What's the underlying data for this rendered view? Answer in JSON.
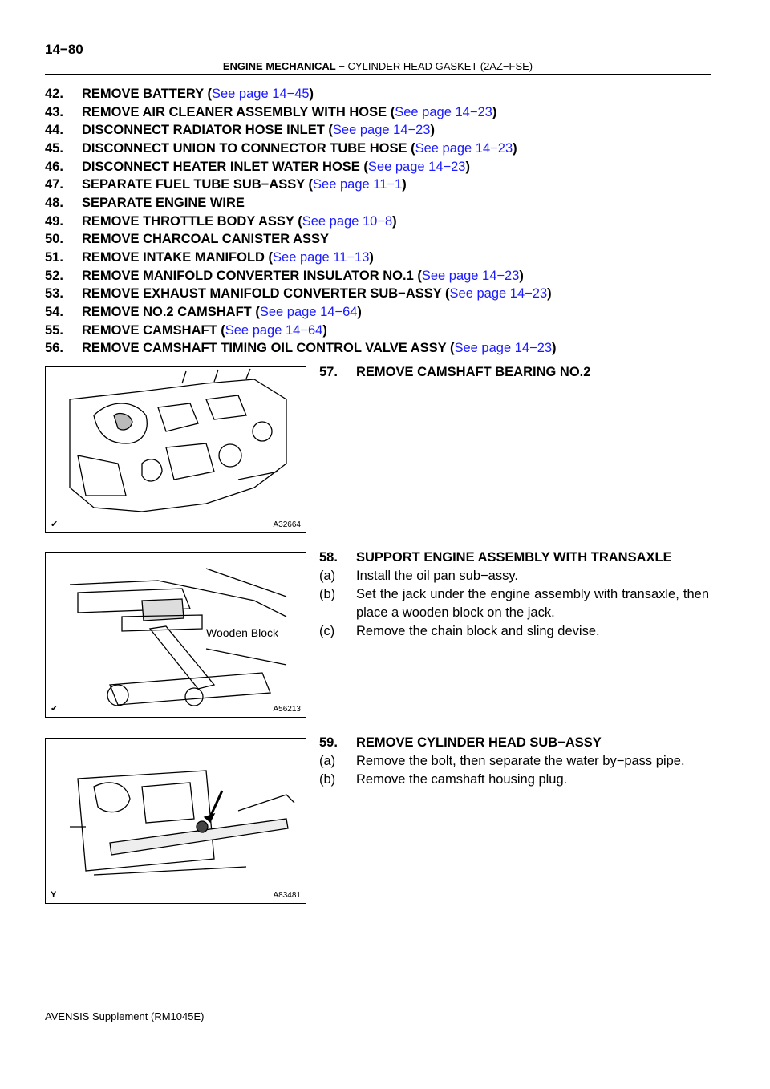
{
  "header": {
    "page_number": "14−80",
    "section": "ENGINE MECHANICAL",
    "separator": " − ",
    "subtitle": "CYLINDER HEAD GASKET (2AZ−FSE)"
  },
  "steps": [
    {
      "num": "42.",
      "text": "REMOVE BATTERY (",
      "link": "See page 14−45",
      "end": ")"
    },
    {
      "num": "43.",
      "text": "REMOVE AIR CLEANER ASSEMBLY WITH HOSE (",
      "link": "See page 14−23",
      "end": ")"
    },
    {
      "num": "44.",
      "text": "DISCONNECT RADIATOR HOSE INLET (",
      "link": "See page 14−23",
      "end": ")"
    },
    {
      "num": "45.",
      "text": "DISCONNECT UNION TO CONNECTOR TUBE HOSE (",
      "link": "See page 14−23",
      "end": ")"
    },
    {
      "num": "46.",
      "text": "DISCONNECT HEATER INLET WATER HOSE (",
      "link": "See page 14−23",
      "end": ")"
    },
    {
      "num": "47.",
      "text": "SEPARATE FUEL TUBE SUB−ASSY (",
      "link": "See page 11−1",
      "end": ")"
    },
    {
      "num": "48.",
      "text": "SEPARATE ENGINE WIRE",
      "link": "",
      "end": ""
    },
    {
      "num": "49.",
      "text": "REMOVE THROTTLE BODY ASSY (",
      "link": "See page 10−8",
      "end": ")"
    },
    {
      "num": "50.",
      "text": "REMOVE CHARCOAL CANISTER ASSY",
      "link": "",
      "end": ""
    },
    {
      "num": "51.",
      "text": "REMOVE INTAKE MANIFOLD (",
      "link": "See page 11−13",
      "end": ")"
    },
    {
      "num": "52.",
      "text": "REMOVE MANIFOLD CONVERTER INSULATOR NO.1 (",
      "link": "See page 14−23",
      "end": ")"
    },
    {
      "num": "53.",
      "text": "REMOVE EXHAUST MANIFOLD CONVERTER SUB−ASSY (",
      "link": "See page 14−23",
      "end": ")"
    },
    {
      "num": "54.",
      "text": "REMOVE NO.2 CAMSHAFT (",
      "link": "See page 14−64",
      "end": ")"
    },
    {
      "num": "55.",
      "text": "REMOVE CAMSHAFT (",
      "link": "See page 14−64",
      "end": ")"
    },
    {
      "num": "56.",
      "text": "REMOVE CAMSHAFT TIMING OIL CONTROL VALVE ASSY (",
      "link": "See page 14−23",
      "end": ")"
    }
  ],
  "figures": [
    {
      "code": "A32664",
      "mark": "✔",
      "label": ""
    },
    {
      "code": "A56213",
      "mark": "✔",
      "label": "Wooden Block"
    },
    {
      "code": "A83481",
      "mark": "Y",
      "label": ""
    }
  ],
  "sections": [
    {
      "num": "57.",
      "title": "REMOVE CAMSHAFT BEARING NO.2",
      "items": []
    },
    {
      "num": "58.",
      "title": "SUPPORT ENGINE ASSEMBLY WITH TRANSAXLE",
      "items": [
        {
          "lbl": "(a)",
          "txt": "Install the oil pan sub−assy."
        },
        {
          "lbl": "(b)",
          "txt": "Set the jack under the engine assembly with transaxle, then place a wooden block on the jack."
        },
        {
          "lbl": "(c)",
          "txt": "Remove the chain block and sling devise."
        }
      ]
    },
    {
      "num": "59.",
      "title": "REMOVE CYLINDER HEAD SUB−ASSY",
      "items": [
        {
          "lbl": "(a)",
          "txt": "Remove the bolt, then separate the water by−pass pipe."
        },
        {
          "lbl": "(b)",
          "txt": "Remove the camshaft housing plug."
        }
      ]
    }
  ],
  "footer": "AVENSIS Supplement  (RM1045E)"
}
